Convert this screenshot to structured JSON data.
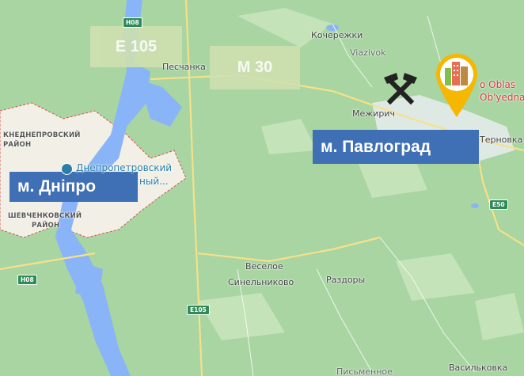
{
  "routes": {
    "e105": "E 105",
    "m30": "M 30"
  },
  "cities": {
    "dnipro": "м. Дніпро",
    "pavlohrad": "м. Павлоград"
  },
  "places": {
    "kocherezhki": "Кочережки",
    "viazivok": "Viazivok",
    "peschanka": "Песчанка",
    "mezhyrich": "Межирич",
    "ternovka": "Терновка",
    "veseloe": "Веселое",
    "synelnykovo": "Синельниково",
    "razdory": "Раздоры",
    "vasylkovka": "Васильковка",
    "pismennoe": "Письменное"
  },
  "districts": {
    "nd_line1": "КНЕДНЕПРОВСКИЙ",
    "nd_line2": "РАЙОН",
    "sh_line1": "ШЕВЧЕНКОВСКИЙ",
    "sh_line2": "РАЙОН"
  },
  "poi": {
    "dnipro_poi_line1": "Днепропетровский",
    "dnipro_poi_line2": "ный...",
    "oblast_line1": "o Oblas",
    "oblast_line2": "Ob'yednan"
  },
  "shields": {
    "top": "H08",
    "h08": "H08",
    "e105": "E105",
    "e50": "E50"
  },
  "colors": {
    "land": "#a8d5a2",
    "water": "#8ab4f8",
    "urban": "#f1efe6",
    "city_box": "#3f6fb5",
    "route_box": "#cfe0b0",
    "marker": "#f5b700"
  }
}
